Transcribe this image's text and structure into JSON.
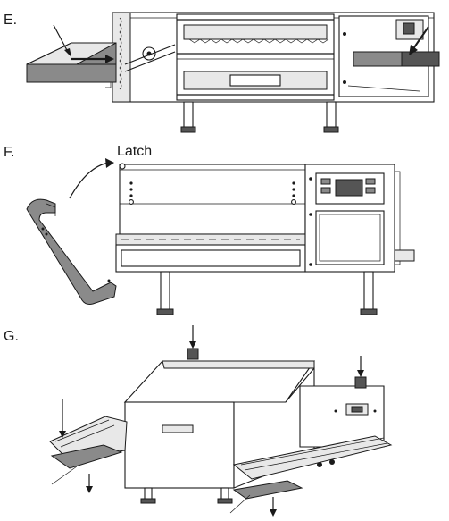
{
  "steps": {
    "e": {
      "label": "E."
    },
    "f": {
      "label": "F.",
      "callout": "Latch"
    },
    "g": {
      "label": "G."
    }
  },
  "colors": {
    "line": "#1a1a1a",
    "panel_dark": "#555555",
    "panel_mid": "#8a8a8a",
    "background": "#ffffff"
  },
  "icons": [
    "arrow-icon",
    "latch-marker-icon"
  ]
}
